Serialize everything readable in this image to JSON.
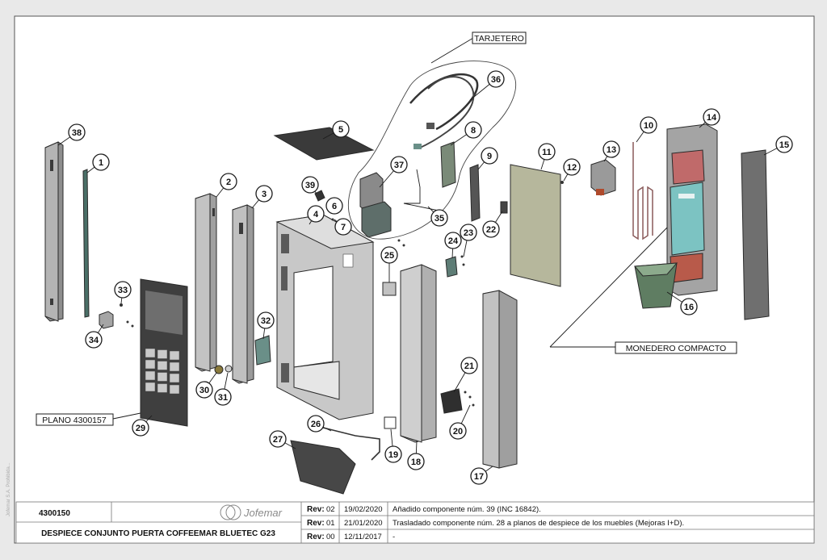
{
  "drawing": {
    "part_number": "4300150",
    "title": "DESPIECE CONJUNTO PUERTA COFFEEMAR BLUETEC G23",
    "brand": "Jofemar",
    "side_note": "Jofemar S.A. Prohibida..."
  },
  "labels": {
    "tarjetero": "TARJETERO",
    "monedero": "MONEDERO COMPACTO",
    "plano": "PLANO 4300157"
  },
  "callouts": [
    "38",
    "1",
    "33",
    "34",
    "29",
    "30",
    "31",
    "2",
    "3",
    "32",
    "4",
    "39",
    "6",
    "7",
    "5",
    "37",
    "36",
    "35",
    "8",
    "9",
    "11",
    "12",
    "22",
    "23",
    "24",
    "25",
    "26",
    "27",
    "19",
    "18",
    "21",
    "20",
    "17",
    "13",
    "10",
    "14",
    "15",
    "16"
  ],
  "revisions": [
    {
      "label": "Rev:",
      "rev": "02",
      "date": "19/02/2020",
      "text": "Añadido componente núm. 39 (INC 16842)."
    },
    {
      "label": "Rev:",
      "rev": "01",
      "date": "21/01/2020",
      "text": "Trasladado componente núm. 28 a planos de despiece de los muebles (Mejoras I+D)."
    },
    {
      "label": "Rev:",
      "rev": "00",
      "date": "12/11/2017",
      "text": "-"
    }
  ]
}
